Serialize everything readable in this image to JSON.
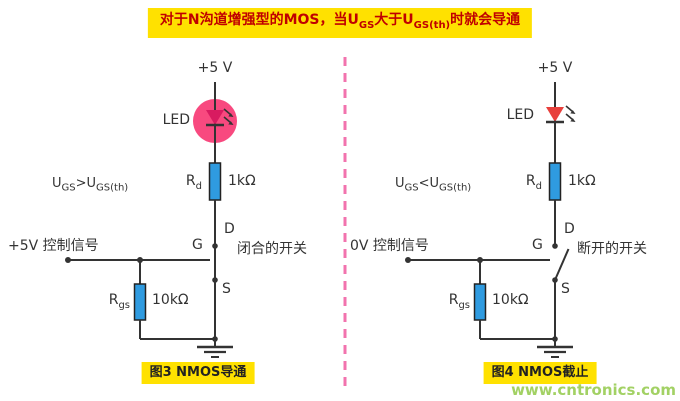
{
  "banner": {
    "part1": "对于N沟道增强型的MOS，当U",
    "sub1": "GS",
    "part2": "大于U",
    "sub2": "GS(th)",
    "part3": "时就会导通"
  },
  "left": {
    "supply": "+5 V",
    "led_label": "LED",
    "rd": {
      "base": "R",
      "sub": "d",
      "value": "1kΩ"
    },
    "terminals": {
      "drain": "D",
      "gate": "G",
      "source": "S"
    },
    "switch_label": "闭合的开关",
    "condition": {
      "u1": "U",
      "sub1": "GS",
      "op": ">",
      "u2": "U",
      "sub2": "GS(th)"
    },
    "control_label": "+5V 控制信号",
    "rgs": {
      "base": "R",
      "sub": "gs",
      "value": "10kΩ"
    },
    "caption": "图3 NMOS导通"
  },
  "right": {
    "supply": "+5 V",
    "led_label": "LED",
    "rd": {
      "base": "R",
      "sub": "d",
      "value": "1kΩ"
    },
    "terminals": {
      "drain": "D",
      "gate": "G",
      "source": "S"
    },
    "switch_label": "断开的开关",
    "condition": {
      "u1": "U",
      "sub1": "GS",
      "op": "<",
      "u2": "U",
      "sub2": "GS(th)"
    },
    "control_label": "0V 控制信号",
    "rgs": {
      "base": "R",
      "sub": "gs",
      "value": "10kΩ"
    },
    "caption": "图4 NMOS截止"
  },
  "watermark": "www.cntronics.com",
  "colors": {
    "banner_bg": "#FFE100",
    "banner_text": "#C00000",
    "wire": "#333333",
    "resistor_fill": "#2F9BE0",
    "led_glow": "#F8497F",
    "led_triangle_on": "#D81B60",
    "led_triangle_off": "#E8403C",
    "divider": "#F273AE",
    "caption_bg": "#FFE100",
    "watermark_green": "#8CC63E"
  }
}
